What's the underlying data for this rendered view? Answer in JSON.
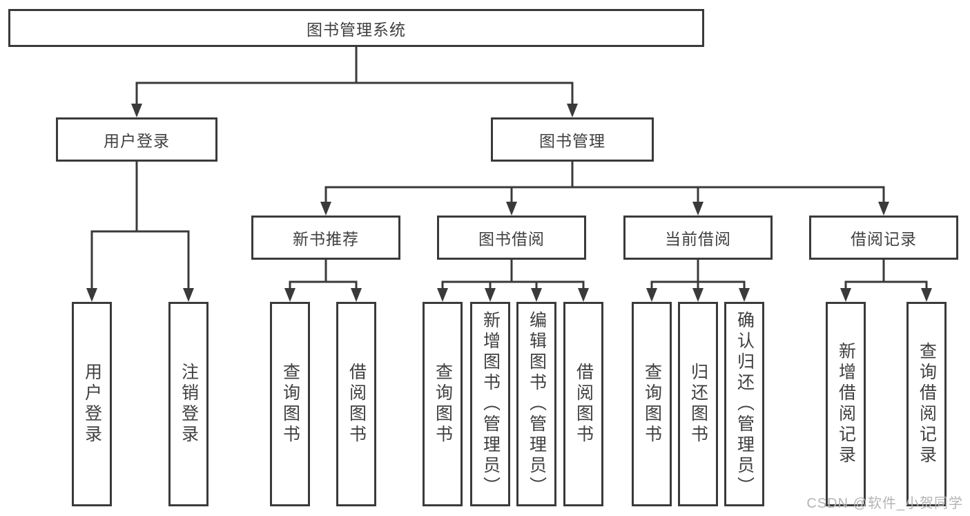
{
  "diagram": {
    "title": "图书管理系统",
    "colors": {
      "line": "#3a3a3a",
      "text": "#3f3f3f",
      "background": "#ffffff",
      "watermark": "#b4b4b4"
    },
    "nodes": {
      "root": {
        "label": "图书管理系统"
      },
      "user_login": {
        "label": "用户登录"
      },
      "book_mgmt": {
        "label": "图书管理"
      },
      "new_book_rec": {
        "label": "新书推荐"
      },
      "book_borrow": {
        "label": "图书借阅"
      },
      "current_borrow": {
        "label": "当前借阅"
      },
      "borrow_records": {
        "label": "借阅记录"
      },
      "leaf_user_login": {
        "label": "用户登录"
      },
      "leaf_logout": {
        "label": "注销登录"
      },
      "leaf_query_book_1": {
        "label": "查询图书"
      },
      "leaf_borrow_book_1": {
        "label": "借阅图书"
      },
      "leaf_query_book_2": {
        "label": "查询图书"
      },
      "leaf_add_book": {
        "label": "新增图书（管理员）"
      },
      "leaf_edit_book": {
        "label": "编辑图书（管理员）"
      },
      "leaf_borrow_book_2": {
        "label": "借阅图书"
      },
      "leaf_query_book_3": {
        "label": "查询图书"
      },
      "leaf_return_book": {
        "label": "归还图书"
      },
      "leaf_confirm_return": {
        "label": "确认归还（管理员）"
      },
      "leaf_add_record": {
        "label": "新增借阅记录"
      },
      "leaf_query_record": {
        "label": "查询借阅记录"
      }
    },
    "watermark": "CSDN @软件_小贺同学"
  }
}
